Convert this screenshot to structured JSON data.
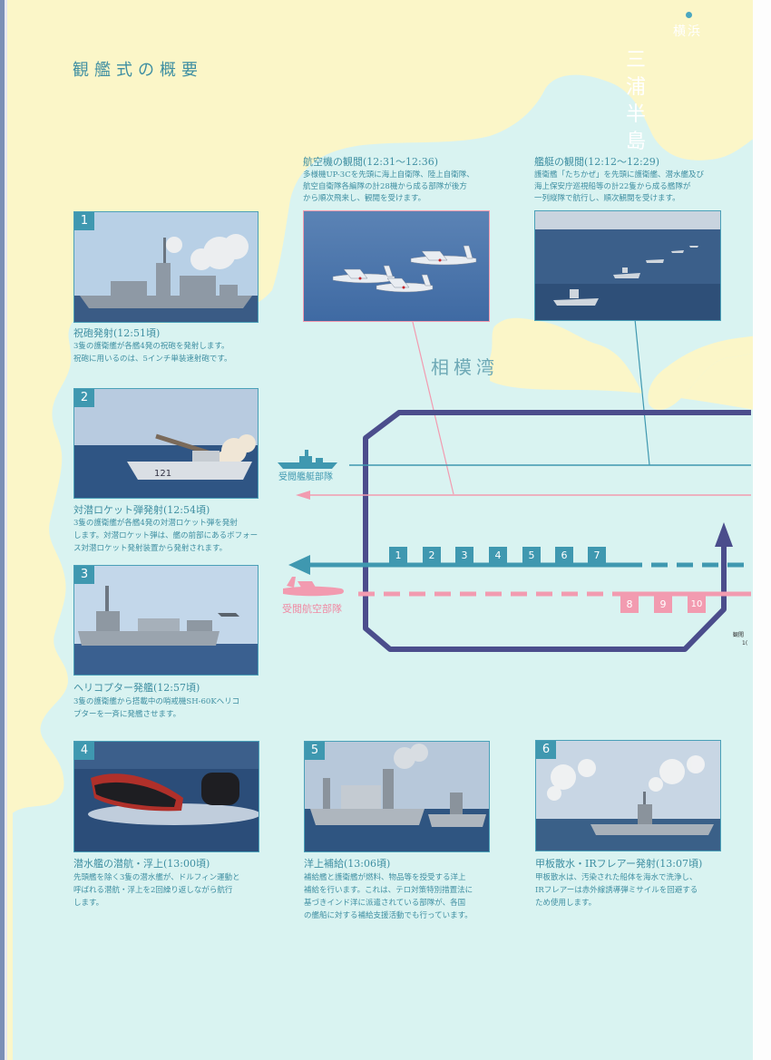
{
  "page": {
    "title": "観艦式の概要",
    "place_yokohama": "横浜",
    "place_miura": "三浦半島",
    "place_sagami": "相模湾"
  },
  "colors": {
    "teal": "#3f98b0",
    "pink": "#f29bb0",
    "navy": "#4b4d8c",
    "sea": "#d9f3f1",
    "land": "#fbf6c8"
  },
  "top_sections": {
    "aircraft": {
      "caption": "航空機の観閲(12:31～12:36)",
      "desc": [
        "多様機UP-3Cを先頭に海上自衛隊、陸上自衛隊、",
        "航空自衛隊各編隊の計28機から成る部隊が後方",
        "から順次飛来し、観閲を受けます。"
      ]
    },
    "ships": {
      "caption": "艦艇の観閲(12:12～12:29)",
      "desc": [
        "護衛艦「たちかぜ」を先頭に護衛艦、潜水艦及び",
        "海上保安庁巡視船等の計22隻から成る艦隊が",
        "一列縦隊で航行し、順次観閲を受けます。"
      ]
    }
  },
  "events": [
    {
      "num": "1",
      "caption": "祝砲発射(12:51頃)",
      "desc": [
        "3隻の護衛艦が各艦4発の祝砲を発射します。",
        "祝砲に用いるのは、5インチ単装速射砲です。"
      ]
    },
    {
      "num": "2",
      "caption": "対潜ロケット弾発射(12:54頃)",
      "desc": [
        "3隻の護衛艦が各艦4発の対潜ロケット弾を発射",
        "します。対潜ロケット弾は、艦の前部にあるボフォー",
        "ス対潜ロケット発射装置から発射されます。"
      ]
    },
    {
      "num": "3",
      "caption": "ヘリコプター発艦(12:57頃)",
      "desc": [
        "3隻の護衛艦から搭載中の哨戒機SH-60Kへリコ",
        "プターを一斉に発艦させます。"
      ]
    },
    {
      "num": "4",
      "caption": "潜水艦の潜航・浮上(13:00頃)",
      "desc": [
        "先頭艦を除く3隻の潜水艦が、ドルフィン運動と",
        "呼ばれる潜航・浮上を2回繰り返しながら航行",
        "します。"
      ]
    },
    {
      "num": "5",
      "caption": "洋上補給(13:06頃)",
      "desc": [
        "補給艦と護衛艦が燃料、物品等を授受する洋上",
        "補給を行います。これは、テロ対策特別措置法に",
        "基づきインド洋に派遣されている部隊が、各国",
        "の艦船に対する補給支援活動でも行っています。"
      ]
    },
    {
      "num": "6",
      "caption": "甲板散水・IRフレアー発射(13:07頃)",
      "desc": [
        "甲板散水は、汚染された船体を海水で洗浄し、",
        "IRフレアーは赤外線誘導弾ミサイルを回避する",
        "ため使用します。"
      ]
    }
  ],
  "diagram": {
    "ship_unit_label": "受閲艦艇部隊",
    "air_unit_label": "受閲航空部隊",
    "review_markers": [
      "1",
      "2",
      "3",
      "4",
      "5",
      "6",
      "7"
    ],
    "air_markers": [
      "8",
      "9",
      "10"
    ],
    "right_note": [
      "観閲",
      "1("
    ]
  }
}
